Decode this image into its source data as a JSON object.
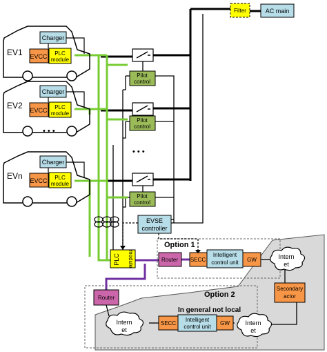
{
  "ev_labels": [
    "EV1",
    "EV2",
    "EVn"
  ],
  "charger_label": "Charger",
  "evcc_label": "EVCC",
  "plc_module_line1": "PLC",
  "plc_module_line2": "module",
  "pilot_line1": "Pilot",
  "pilot_line2": "control",
  "ellipsis": "• • •",
  "filter_label": "Filter",
  "ac_main_label": "AC main",
  "evse_line1": "EVSE",
  "evse_line2": "controller",
  "plc_vertical_1": "PLC",
  "plc_vertical_2": "module",
  "option1_label": "Option 1",
  "option2_label": "Option 2",
  "router_label": "Router",
  "secc_label": "SECC",
  "icu_line1": "Intelligent",
  "icu_line2": "control unit",
  "gw_label": "GW",
  "internet_line1": "Intern",
  "internet_line2": "et",
  "secondary_line1": "Secondary",
  "secondary_line2": "actor",
  "not_local_label": "In general not local",
  "colors": {
    "charger": "#b7dde8",
    "evcc": "#f79646",
    "plc": "#ffff00",
    "pilot": "#9bbb59",
    "filter": "#ffff00",
    "ac_main": "#b7dde8",
    "router": "#cc66aa",
    "secc": "#f79646",
    "icu": "#b7dde8",
    "gw": "#f79646",
    "secondary": "#f79646",
    "green_line": "#77cc33",
    "purple_line": "#7030a0",
    "grey_region": "#d9d9d9"
  }
}
